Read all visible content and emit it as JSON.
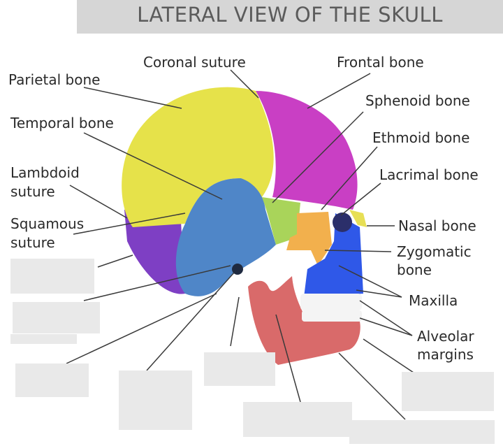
{
  "title": "LATERAL VIEW OF THE SKULL",
  "labels": {
    "coronal_suture": "Coronal suture",
    "frontal_bone": "Frontal bone",
    "parietal_bone": "Parietal bone",
    "sphenoid_bone": "Sphenoid bone",
    "temporal_bone": "Temporal bone",
    "ethmoid_bone": "Ethmoid bone",
    "lambdoid_line1": "Lambdoid",
    "lambdoid_line2": "suture",
    "lacrimal_bone": "Lacrimal bone",
    "squamous_line1": "Squamous",
    "squamous_line2": "suture",
    "nasal_bone": "Nasal bone",
    "zygomatic_line1": "Zygomatic",
    "zygomatic_line2": "bone",
    "maxilla": "Maxilla",
    "alveolar_line1": "Alveolar",
    "alveolar_line2": "margins"
  },
  "colors": {
    "parietal": "#e6e24a",
    "frontal": "#c93fc4",
    "temporal": "#4f86c8",
    "occipital": "#7e3fc4",
    "sphenoid": "#a9d45a",
    "zygomatic": "#f2b04d",
    "maxilla": "#2f58e8",
    "mandible": "#d96a6a",
    "nasal": "#e7df55",
    "teeth": "#f4f4f4"
  }
}
